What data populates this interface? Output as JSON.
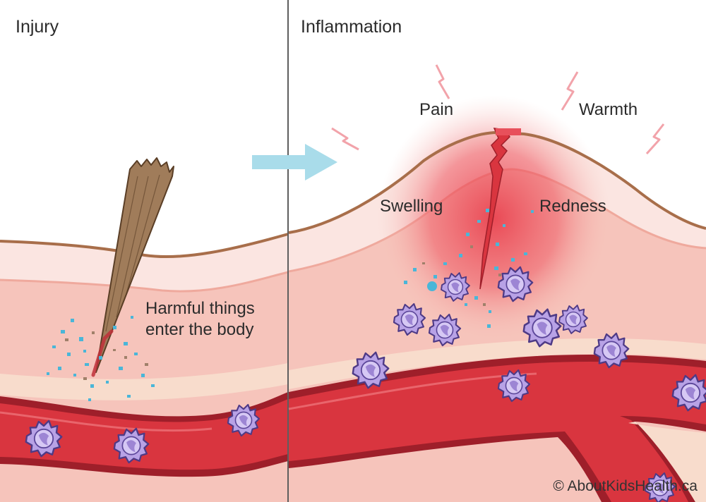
{
  "panels": {
    "injury": {
      "title": "Injury",
      "callout_line1": "Harmful things",
      "callout_line2": "enter the body"
    },
    "inflammation": {
      "title": "Inflammation",
      "signs": {
        "pain": "Pain",
        "warmth": "Warmth",
        "swelling": "Swelling",
        "redness": "Redness"
      }
    }
  },
  "credit": "© AboutKidsHealth.ca",
  "colors": {
    "skin_surface": "#fbe5e1",
    "dermis": "#f6c4bb",
    "deep_tissue": "#f3b1a6",
    "outline": "#a86e4a",
    "vessel_dark": "#9e1f2a",
    "vessel_blood": "#d9353f",
    "white_cell": "#b39be0",
    "particles": "#4ab6d8",
    "arrow": "#a9dcea",
    "divider": "#5e5e5e"
  },
  "icons": [
    "splinter-icon",
    "arrow-right-icon",
    "lightning-icon",
    "white-blood-cell-icon"
  ]
}
